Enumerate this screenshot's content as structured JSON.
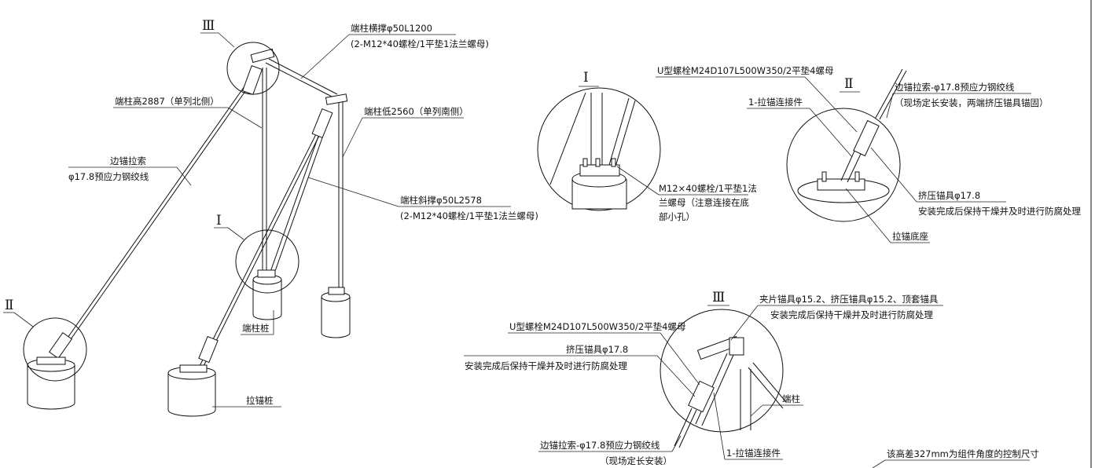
{
  "overview": {
    "detail_markers": {
      "I": "Ⅰ",
      "II": "Ⅱ",
      "III": "Ⅲ"
    },
    "labels": {
      "top_strut": "端柱横撑φ50L1200",
      "top_strut_bolts": "(2-M12*40螺栓/1平垫1法兰螺母)",
      "tall_post": "端柱高2887（单列北侧）",
      "short_post": "端柱低2560（单列南侧）",
      "edge_cable": "边锚拉索",
      "edge_cable_spec": "φ17.8预应力钢绞线",
      "diag_brace": "端柱斜撑φ50L2578",
      "diag_brace_bolts": "(2-M12*40螺栓/1平垫1法兰螺母)",
      "post_pile": "端柱桩",
      "anchor_pile": "拉锚桩"
    }
  },
  "detail_I": {
    "marker": "Ⅰ",
    "bolt_note_1": "M12×40螺栓/1平垫1法",
    "bolt_note_2": "兰螺母（注意连接在底",
    "bolt_note_3": "部小孔）"
  },
  "detail_II": {
    "marker": "Ⅱ",
    "u_bolt": "U型螺栓M24D107L500W350/2平垫4螺母",
    "cable": "边锚拉索-φ17.8预应力钢绞线",
    "cable_note": "（现场定长安装，两端挤压锚具锚固）",
    "connector": "1-拉锚连接件",
    "anchor": "挤压锚具φ17.8",
    "anchor_note": "安装完成后保持干燥并及时进行防腐处理",
    "base": "拉锚底座"
  },
  "detail_III": {
    "marker": "Ⅲ",
    "clip_anchor": "夹片锚具φ15.2、挤压锚具φ15.2、顶套锚具",
    "clip_note": "安装完成后保持干燥并及时进行防腐处理",
    "u_bolt": "U型螺栓M24D107L500W350/2平垫4螺母",
    "anchor": "挤压锚具φ17.8",
    "anchor_note": "安装完成后保持干燥并及时进行防腐处理",
    "post": "端柱",
    "cable": "边锚拉索-φ17.8预应力钢绞线",
    "cable_note": "（现场定长安装）",
    "connector": "1-拉锚连接件"
  },
  "footer_note": "该高差327mm为组件角度的控制尺寸"
}
